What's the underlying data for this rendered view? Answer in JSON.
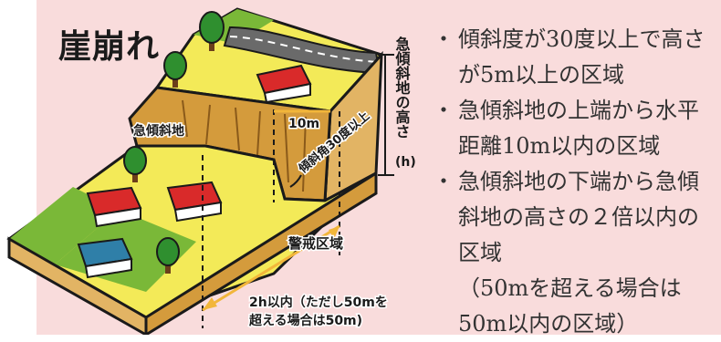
{
  "title": "崖崩れ",
  "labels": {
    "steep_slope": "急傾斜地",
    "distance_10m": "10m",
    "angle": "傾斜角30度以上",
    "height": "急傾斜地の高さ",
    "height_symbol": "(h)",
    "warning_zone": "警戒区域",
    "range_line1": "2h以内（ただし50mを",
    "range_line2": "超える場合は50m)"
  },
  "criteria": [
    "傾斜度が30度以上で高さが5m以上の区域",
    "急傾斜地の上端から水平距離10m以内の区域",
    "急傾斜地の下端から急傾斜地の高さの２倍以内の区域"
  ],
  "note": "（50mを超える場合は50m以内の区域）",
  "colors": {
    "background": "#f9dcdc",
    "ground": "#f3ea58",
    "grass": "#7ab838",
    "soil": "#e2b464",
    "cliff": "#d49b3c",
    "road": "#6a6a6a",
    "roof_red": "#d92a2a",
    "roof_blue": "#2f7fa8",
    "tree": "#2f8f2f",
    "dimension": "#f2b63a"
  }
}
